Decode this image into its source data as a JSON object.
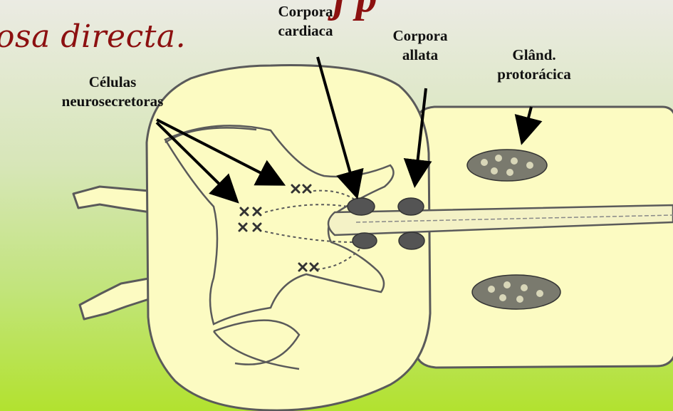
{
  "title": {
    "top_partial": "j     p",
    "text": "osa directa."
  },
  "labels": {
    "celulas": [
      "Células",
      "neurosecretoras"
    ],
    "cardiaca": [
      "Corpora",
      "cardiaca"
    ],
    "allata": [
      "Corpora",
      "allata"
    ],
    "glandula": [
      "Glând.",
      "protorácica"
    ]
  },
  "colors": {
    "body_fill": "#fcfbc2",
    "outline": "#5a5a5a",
    "organ": "#545454",
    "title": "#8c1010"
  }
}
